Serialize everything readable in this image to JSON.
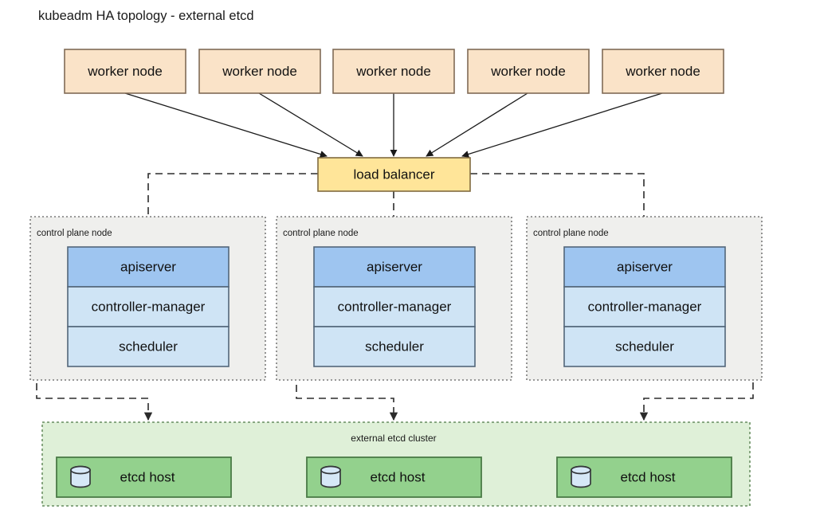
{
  "title": "kubeadm HA topology - external etcd",
  "colors": {
    "worker_fill": "#fae3c8",
    "worker_stroke": "#806b56",
    "loadbalancer_fill": "#ffe599",
    "loadbalancer_stroke": "#806b3f",
    "apiserver_fill": "#9ec5f0",
    "component_fill": "#cfe4f5",
    "component_stroke": "#52667a",
    "group_fill": "#efefed",
    "group_stroke": "#7a7a7a",
    "etcd_cluster_fill": "#dff0d8",
    "etcd_cluster_stroke": "#7a9c73",
    "etcd_host_fill": "#93d18d",
    "etcd_host_stroke": "#4a7a46",
    "edge": "#1a1a1a",
    "background": "#ffffff"
  },
  "worker_nodes": [
    {
      "label": "worker node"
    },
    {
      "label": "worker node"
    },
    {
      "label": "worker node"
    },
    {
      "label": "worker node"
    },
    {
      "label": "worker node"
    }
  ],
  "load_balancer": {
    "label": "load balancer"
  },
  "control_plane_nodes": [
    {
      "group_label": "control plane node",
      "components": [
        {
          "label": "apiserver"
        },
        {
          "label": "controller-manager"
        },
        {
          "label": "scheduler"
        }
      ]
    },
    {
      "group_label": "control plane node",
      "components": [
        {
          "label": "apiserver"
        },
        {
          "label": "controller-manager"
        },
        {
          "label": "scheduler"
        }
      ]
    },
    {
      "group_label": "control plane node",
      "components": [
        {
          "label": "apiserver"
        },
        {
          "label": "controller-manager"
        },
        {
          "label": "scheduler"
        }
      ]
    }
  ],
  "etcd_cluster": {
    "label": "external etcd cluster",
    "hosts": [
      {
        "label": "etcd host",
        "icon": "database-cylinder-icon"
      },
      {
        "label": "etcd host",
        "icon": "database-cylinder-icon"
      },
      {
        "label": "etcd host",
        "icon": "database-cylinder-icon"
      }
    ]
  }
}
